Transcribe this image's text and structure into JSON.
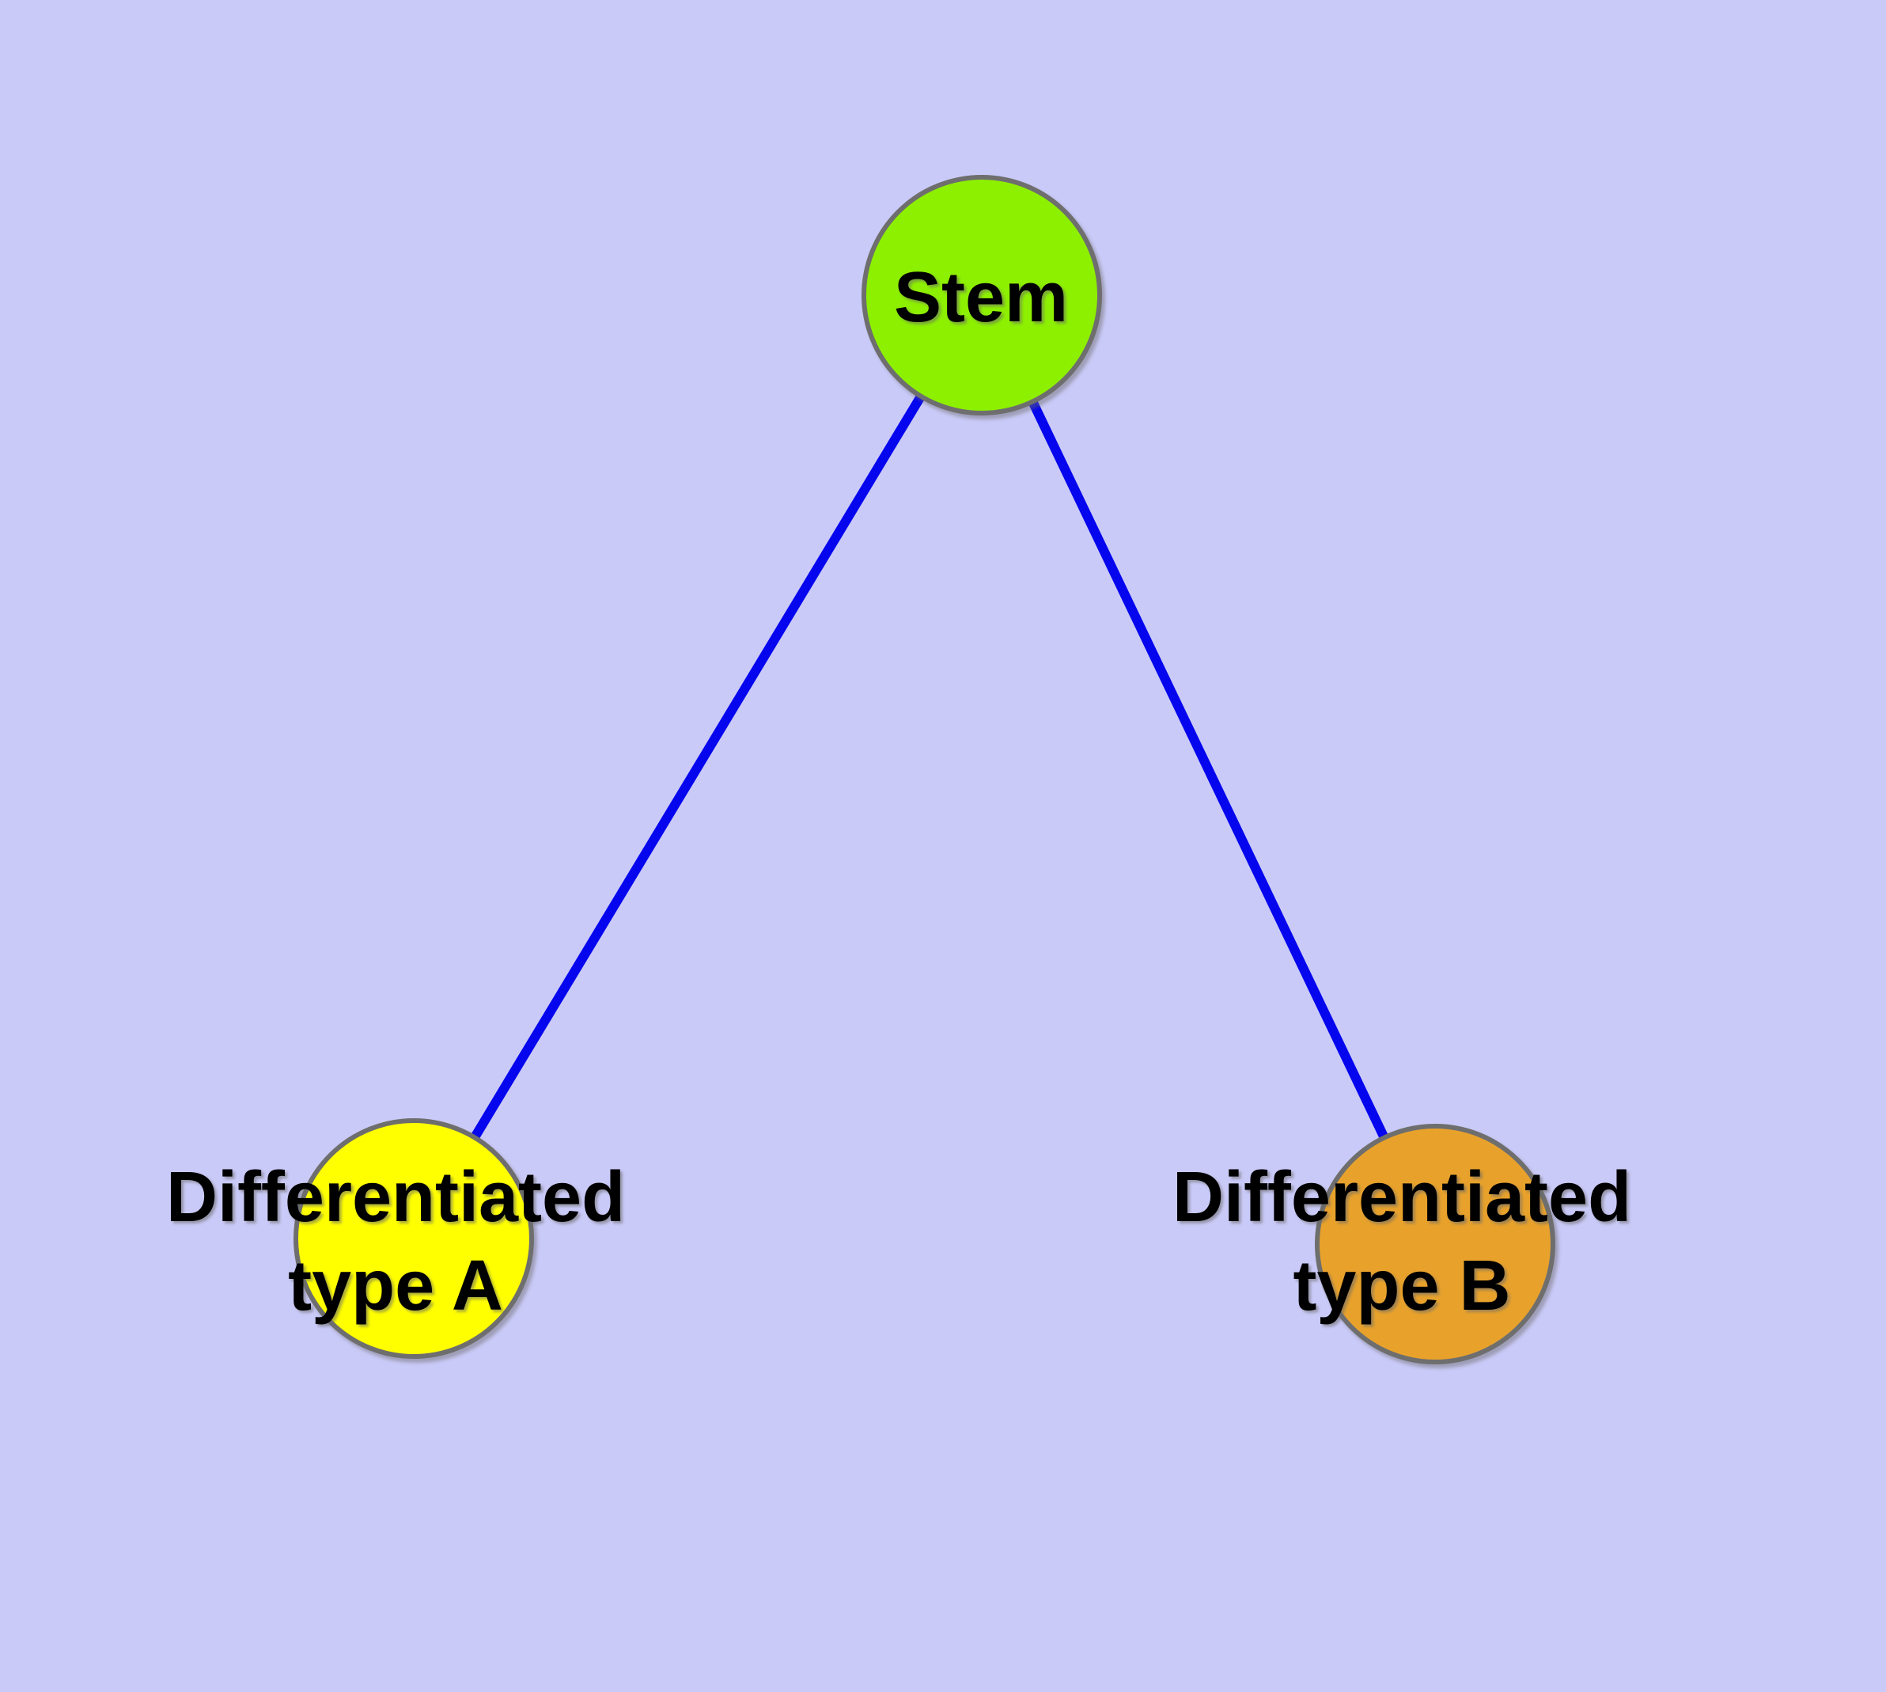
{
  "diagram": {
    "background_color": "#CACAF8",
    "edge_color": "#0505EE",
    "node_border_color": "#6E6E6E",
    "text_color": "#000000"
  },
  "nodes": {
    "stem": {
      "label": "Stem",
      "fill_color": "#8DF000"
    },
    "type_a": {
      "label": "Differentiated\ntype A",
      "fill_color": "#FFFF00"
    },
    "type_b": {
      "label": "Differentiated\ntype B",
      "fill_color": "#E8A22C"
    }
  },
  "edges": [
    {
      "from": "stem",
      "to": "type_a"
    },
    {
      "from": "stem",
      "to": "type_b"
    }
  ]
}
